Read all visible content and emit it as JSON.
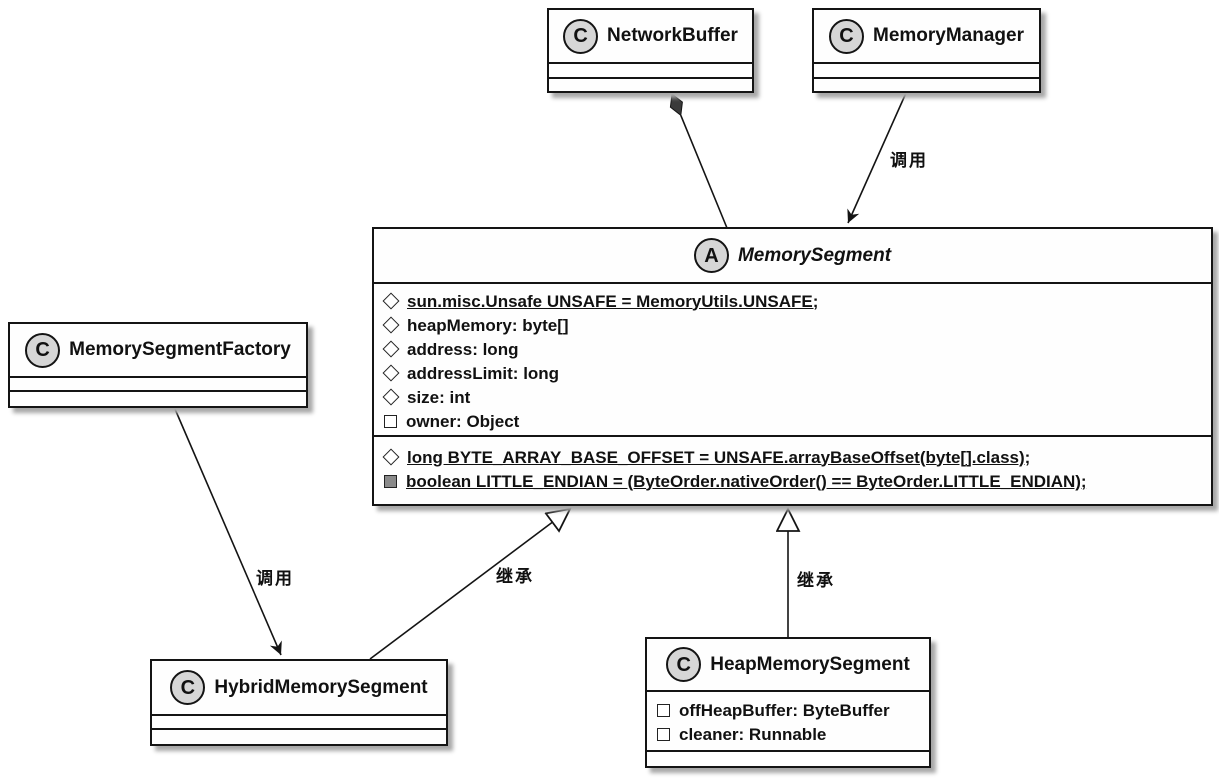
{
  "diagram_type": "uml-class-diagram",
  "colors": {
    "line": "#141414",
    "box_fill": "#fefefe",
    "badge_fill": "#d6d6d6",
    "shadow": "#a8a8a8",
    "filled_member_icon": "#8a8a8a"
  },
  "classes": {
    "networkBuffer": {
      "badge": "C",
      "name": "NetworkBuffer"
    },
    "memoryManager": {
      "badge": "C",
      "name": "MemoryManager"
    },
    "memorySegment": {
      "badge": "A",
      "name": "MemorySegment",
      "fields": [
        {
          "icon": "diamond",
          "static": true,
          "text": "sun.misc.Unsafe UNSAFE = MemoryUtils.UNSAFE;"
        },
        {
          "icon": "diamond",
          "static": false,
          "text": "heapMemory: byte[]"
        },
        {
          "icon": "diamond",
          "static": false,
          "text": "address: long"
        },
        {
          "icon": "diamond",
          "static": false,
          "text": "addressLimit: long"
        },
        {
          "icon": "diamond",
          "static": false,
          "text": "size: int"
        },
        {
          "icon": "square",
          "static": false,
          "text": "owner: Object"
        }
      ],
      "statics": [
        {
          "icon": "diamond",
          "static": true,
          "text": "long BYTE_ARRAY_BASE_OFFSET = UNSAFE.arrayBaseOffset(byte[].class);"
        },
        {
          "icon": "square-filled",
          "static": true,
          "text": "boolean LITTLE_ENDIAN = (ByteOrder.nativeOrder() == ByteOrder.LITTLE_ENDIAN);"
        }
      ]
    },
    "memorySegmentFactory": {
      "badge": "C",
      "name": "MemorySegmentFactory"
    },
    "hybridMemorySegment": {
      "badge": "C",
      "name": "HybridMemorySegment"
    },
    "heapMemorySegment": {
      "badge": "C",
      "name": "HeapMemorySegment",
      "fields": [
        {
          "icon": "square",
          "static": false,
          "text": "offHeapBuffer: ByteBuffer"
        },
        {
          "icon": "square",
          "static": false,
          "text": "cleaner: Runnable"
        }
      ]
    }
  },
  "edges": {
    "networkBufferComposition": {
      "type": "composition",
      "from": "NetworkBuffer",
      "to": "MemorySegment",
      "label": ""
    },
    "memoryManagerCall": {
      "type": "dependency",
      "from": "MemoryManager",
      "to": "MemorySegment",
      "label": "调用"
    },
    "factoryCall": {
      "type": "dependency",
      "from": "MemorySegmentFactory",
      "to": "HybridMemorySegment",
      "label": "调用"
    },
    "hybridExtends": {
      "type": "generalization",
      "from": "HybridMemorySegment",
      "to": "MemorySegment",
      "label": "继承"
    },
    "heapExtends": {
      "type": "generalization",
      "from": "HeapMemorySegment",
      "to": "MemorySegment",
      "label": "继承"
    }
  }
}
